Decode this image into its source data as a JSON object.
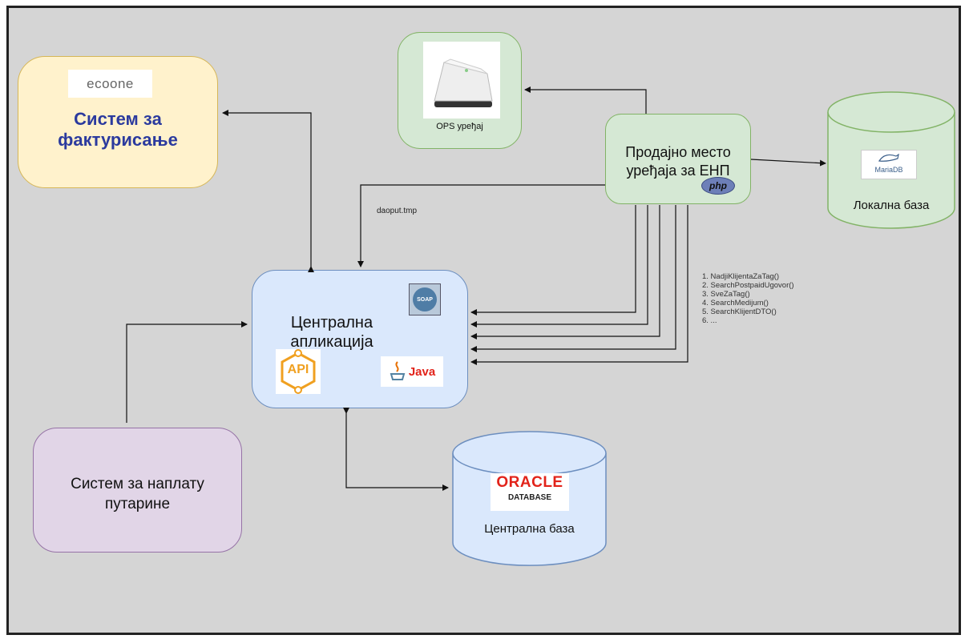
{
  "billing": {
    "logo_text": "ecoone",
    "title_line1": "Систем за",
    "title_line2": "фактурисање"
  },
  "ops_device": {
    "label": "OPS уређај"
  },
  "sales_point": {
    "title_line1": "Продајно место",
    "title_line2": "уређаја за ЕНП",
    "php_badge": "php"
  },
  "local_db": {
    "logo_text": "MariaDB",
    "label": "Локална база"
  },
  "central_app": {
    "title_line1": "Централна",
    "title_line2": "апликација",
    "api_badge": "API",
    "java_badge": "Java",
    "soap_badge": "SOAP"
  },
  "toll_system": {
    "title_line1": "Систем за наплату",
    "title_line2": "путарине"
  },
  "central_db": {
    "logo_top": "ORACLE",
    "logo_bottom": "DATABASE",
    "label": "Централна база"
  },
  "edges": {
    "daoput_label": "daoput.tmp"
  },
  "calls": [
    "1. NadjiKlijentaZaTag()",
    "2. SearchPostpaidUgovor()",
    "3. SveZaTag()",
    "4. SearchMedijum()",
    "5. SearchKlijentDTO()",
    "6. ..."
  ],
  "colors": {
    "billing_fill": "#fff2cc",
    "billing_stroke": "#d6b656",
    "green_fill": "#d5e8d4",
    "green_stroke": "#82b366",
    "blue_fill": "#dae8fc",
    "blue_stroke": "#6c8ebf",
    "purple_fill": "#e1d5e7",
    "purple_stroke": "#9673a6",
    "billing_title": "#2b3a9e",
    "oracle_red": "#e2231a"
  }
}
